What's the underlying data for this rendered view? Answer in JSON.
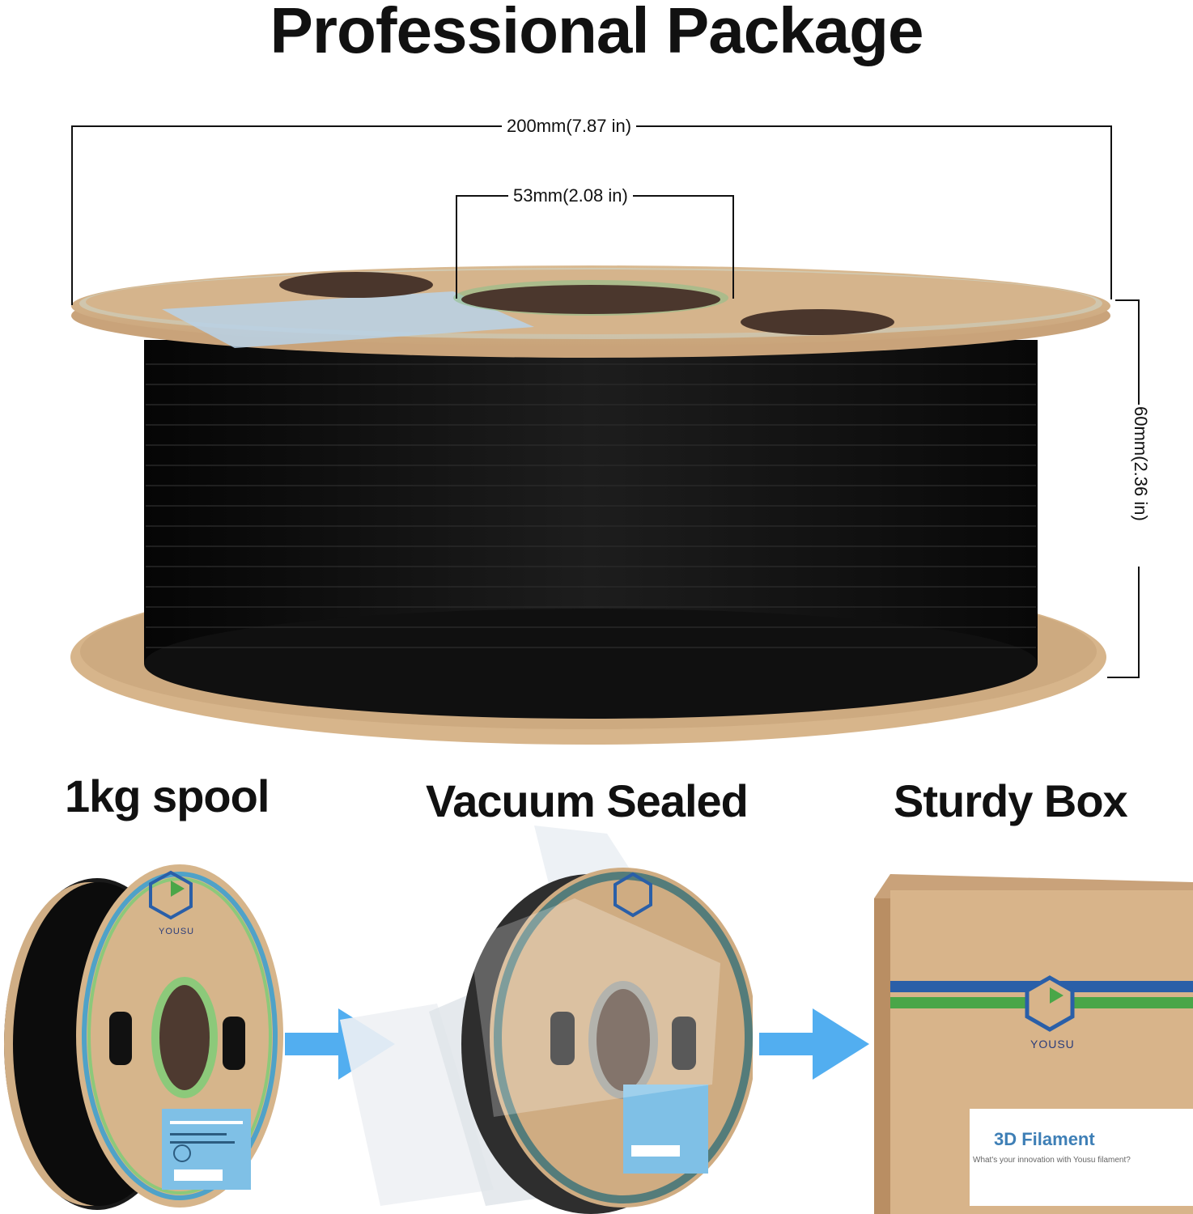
{
  "header": {
    "title": "Professional Package"
  },
  "dimensions": {
    "diameter": "200mm(7.87 in)",
    "hub": "53mm(2.08 in)",
    "width": "60mm(2.36 in)"
  },
  "steps": [
    {
      "label": "1kg spool"
    },
    {
      "label": "Vacuum Sealed"
    },
    {
      "label": "Sturdy Box"
    }
  ],
  "box": {
    "brand": "YOUSU",
    "label_title": "3D Filament",
    "label_subtitle": "What's your innovation with Yousu filament?"
  },
  "spool": {
    "brand": "YOUSU"
  },
  "colors": {
    "cardboard": "#d8b48a",
    "filament": "#141414",
    "arrow": "#52aef0",
    "label_blue": "#7fc0e6",
    "brand_blue": "#2a5fa8",
    "brand_green": "#4aa648"
  },
  "icons": [
    "arrow-right-icon",
    "yousu-logo-icon",
    "recycle-icon"
  ]
}
